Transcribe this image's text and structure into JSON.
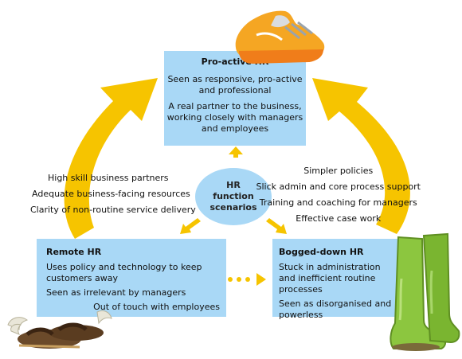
{
  "colors": {
    "box": "#a9d8f6",
    "arrow": "#f6c400",
    "boot": "#8cc63f"
  },
  "proactive": {
    "title": "Pro-active HR",
    "line1": "Seen as responsive, pro-active and professional",
    "line2": "A real partner to the business, working closely with managers and employees"
  },
  "center": {
    "line1": "HR",
    "line2": "function",
    "line3": "scenarios"
  },
  "left_list": {
    "item1": "High skill business partners",
    "item2": "Adequate business-facing resources",
    "item3": "Clarity of non-routine service delivery"
  },
  "right_list": {
    "item1": "Simpler policies",
    "item2": "Slick admin and core process support",
    "item3": "Training and coaching for managers",
    "item4": "Effective case work"
  },
  "remote": {
    "title": "Remote HR",
    "line1": "Uses policy and technology to keep customers away",
    "line2": "Seen as irrelevant by managers",
    "line3": "Out of touch with employees"
  },
  "bogged": {
    "title": "Bogged-down HR",
    "line1": "Stuck in administration and inefficient routine processes",
    "line2": "Seen as disorganised and powerless"
  },
  "icons": {
    "top": "sneaker-icon",
    "left": "winged-sandals-icon",
    "right": "rubber-boots-icon"
  }
}
